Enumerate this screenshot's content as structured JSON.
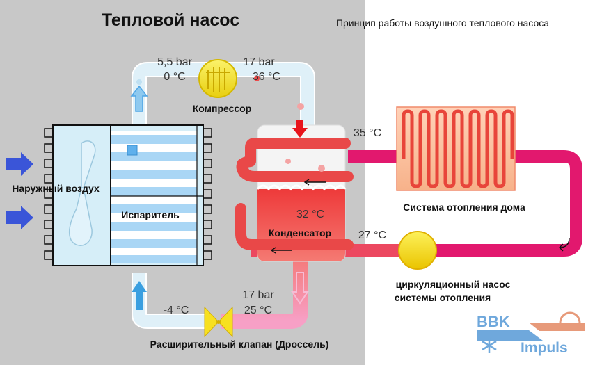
{
  "title": "Тепловой насос",
  "subtitle": "Принцип работы воздушного теплового насоса",
  "readings": {
    "pressure_low_top": "5,5 bar",
    "temp_before_compressor": "0 °C",
    "pressure_high_top": "17 bar",
    "temp_after_compressor": "36 °C",
    "temp_heating_supply": "35 °C",
    "temp_condenser": "32 °C",
    "temp_heating_return": "27 °C",
    "pressure_high_bottom": "17 bar",
    "temp_before_valve": "25 °C",
    "temp_after_valve": "-4 °C"
  },
  "labels": {
    "compressor": "Компрессор",
    "outdoor_air": "Наружный воздух",
    "evaporator": "Испаритель",
    "condenser": "Конденсатор",
    "heating_system": "Система отопления дома",
    "circulation_pump_line1": "циркуляционный насос",
    "circulation_pump_line2": "системы отопления",
    "expansion_valve": "Расширительный клапан (Дроссель)"
  },
  "logo": {
    "line1": "BBK",
    "line2": "Impuls"
  },
  "colors": {
    "left_panel": "#c8c8c8",
    "cold_pipe": "#dff0f8",
    "hot_pipe": "#ee4d55",
    "heating_loop": "#e2186e",
    "compressor": "#f5e32e",
    "evaporator_stripe": "#a9d6f5",
    "flow_arrow_blue": "#3a9fe0",
    "flow_arrow_red": "#e8141c",
    "air_arrow": "#3a55d8",
    "logo_blue": "#6fa8dc",
    "logo_orange": "#e79a7a"
  }
}
